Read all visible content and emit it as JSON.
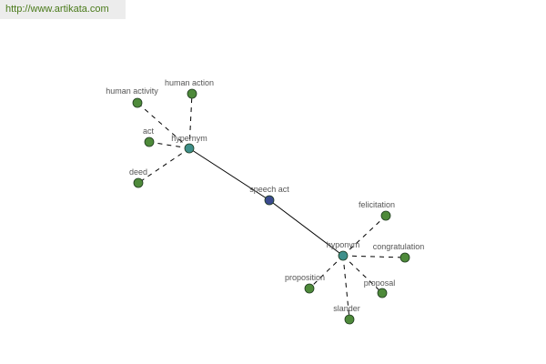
{
  "header": {
    "url": "http://www.artikata.com"
  },
  "colors": {
    "leaf_node": "#4e8a3a",
    "relation_node": "#3e8f8a",
    "center_node": "#3a4a8e",
    "edge": "#000000",
    "url_text": "#4a7a1a"
  },
  "graph": {
    "center": {
      "id": "speech-act",
      "label": "speech act"
    },
    "relations": [
      {
        "id": "hypernym",
        "label": "hypernym",
        "children": [
          {
            "id": "human-activity",
            "label": "human activity"
          },
          {
            "id": "human-action",
            "label": "human action"
          },
          {
            "id": "act",
            "label": "act"
          },
          {
            "id": "deed",
            "label": "deed"
          }
        ]
      },
      {
        "id": "hyponym",
        "label": "hyponym",
        "children": [
          {
            "id": "felicitation",
            "label": "felicitation"
          },
          {
            "id": "congratulation",
            "label": "congratulation"
          },
          {
            "id": "proposal",
            "label": "proposal"
          },
          {
            "id": "slander",
            "label": "slander"
          },
          {
            "id": "proposition",
            "label": "proposition"
          }
        ]
      }
    ]
  }
}
